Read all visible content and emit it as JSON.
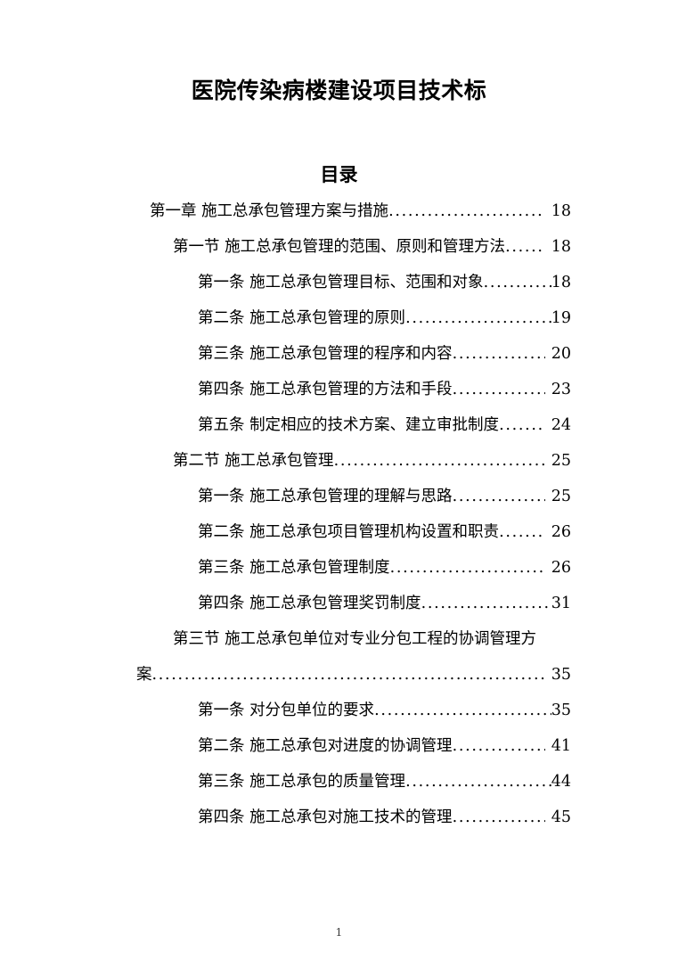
{
  "document": {
    "title": "医院传染病楼建设项目技术标",
    "toc_heading": "目录",
    "footer_page_number": "1"
  },
  "toc": {
    "entries": [
      {
        "level": "chapter",
        "label": "第一章 施工总承包管理方案与措施",
        "page": "18",
        "gap": "wide",
        "wrapped": false
      },
      {
        "level": "section",
        "label": "第一节 施工总承包管理的范围、原则和管理方法",
        "page": "18",
        "gap": "wide",
        "wrapped": false
      },
      {
        "level": "article",
        "label": "第一条 施工总承包管理目标、范围和对象",
        "page": "18",
        "gap": "tight",
        "wrapped": false
      },
      {
        "level": "article",
        "label": "第二条 施工总承包管理的原则",
        "page": "19",
        "gap": "tight",
        "wrapped": false
      },
      {
        "level": "article",
        "label": "第三条 施工总承包管理的程序和内容",
        "page": "20",
        "gap": "wide",
        "wrapped": false
      },
      {
        "level": "article",
        "label": "第四条 施工总承包管理的方法和手段",
        "page": "23",
        "gap": "wide",
        "wrapped": false
      },
      {
        "level": "article",
        "label": "第五条 制定相应的技术方案、建立审批制度",
        "page": "24",
        "gap": "wide",
        "wrapped": false
      },
      {
        "level": "section",
        "label": "第二节 施工总承包管理",
        "page": "25",
        "gap": "wide",
        "wrapped": false
      },
      {
        "level": "article",
        "label": "第一条 施工总承包管理的理解与思路",
        "page": "25",
        "gap": "wide",
        "wrapped": false
      },
      {
        "level": "article",
        "label": "第二条 施工总承包项目管理机构设置和职责",
        "page": "26",
        "gap": "wide",
        "wrapped": false
      },
      {
        "level": "article",
        "label": "第三条 施工总承包管理制度",
        "page": "26",
        "gap": "wide",
        "wrapped": false
      },
      {
        "level": "article",
        "label": "第四条 施工总承包管理奖罚制度",
        "page": "31",
        "gap": "tight",
        "wrapped": false
      },
      {
        "level": "section",
        "label": "第三节 施工总承包单位对专业分包工程的协调管理方",
        "page": "",
        "gap": "wide",
        "wrapped": true
      },
      {
        "level": "cont",
        "label": "案",
        "page": "35",
        "gap": "wide",
        "wrapped": false
      },
      {
        "level": "article",
        "label": "第一条 对分包单位的要求",
        "page": "35",
        "gap": "tight",
        "wrapped": false
      },
      {
        "level": "article",
        "label": "第二条 施工总承包对进度的协调管理",
        "page": "41",
        "gap": "wide",
        "wrapped": false
      },
      {
        "level": "article",
        "label": "第三条 施工总承包的质量管理",
        "page": "44",
        "gap": "tight",
        "wrapped": false
      },
      {
        "level": "article",
        "label": "第四条 施工总承包对施工技术的管理",
        "page": "45",
        "gap": "wide",
        "wrapped": false
      }
    ]
  }
}
